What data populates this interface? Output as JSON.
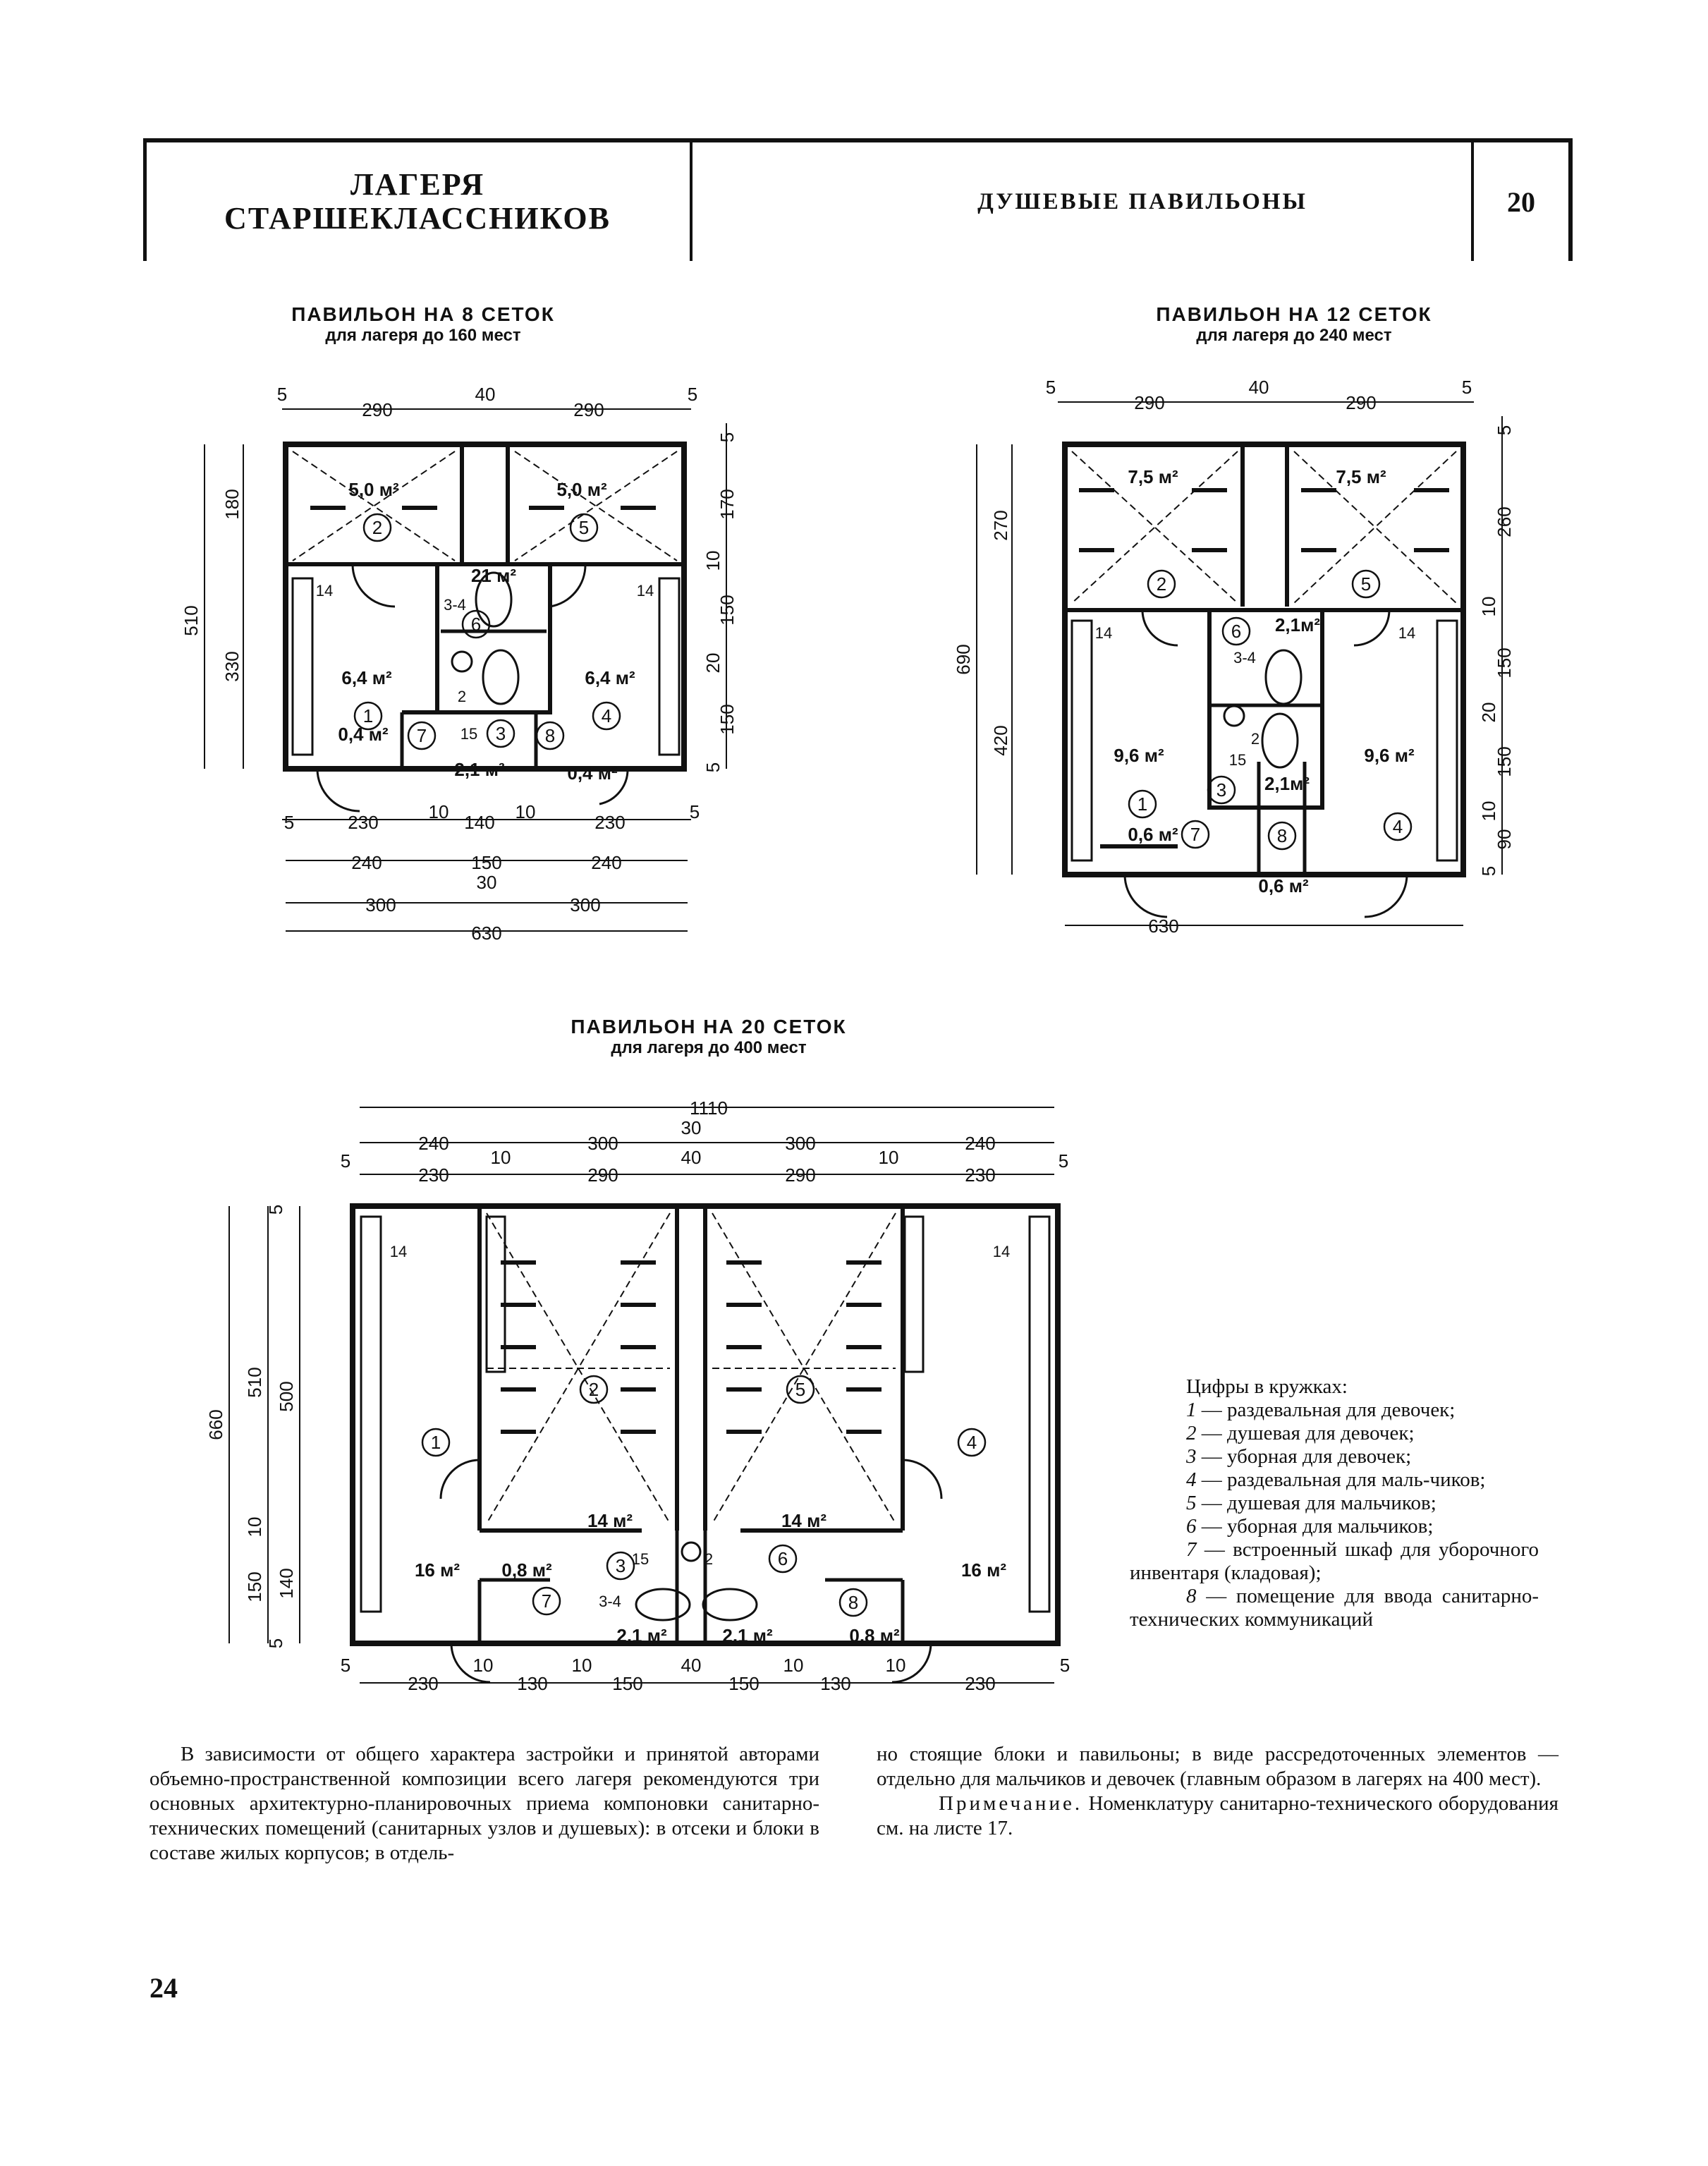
{
  "header": {
    "section_line1": "ЛАГЕРЯ",
    "section_line2": "СТАРШЕКЛАССНИКОВ",
    "topic": "ДУШЕВЫЕ ПАВИЛЬОНЫ",
    "sheet_number": "20"
  },
  "plan8": {
    "title": "ПАВИЛЬОН НА 8 СЕТОК",
    "subtitle": "для лагеря до 160 мест",
    "areas": [
      "5,0 м²",
      "5,0 м²",
      "21 м²",
      "6,4 м²",
      "6,4 м²",
      "0,4 м²",
      "2,1 м²",
      "0,4 м²"
    ],
    "rooms": [
      "1",
      "2",
      "3",
      "4",
      "5",
      "6",
      "7",
      "8"
    ],
    "dims_top": [
      "5",
      "290",
      "40",
      "290",
      "5"
    ],
    "dims_bottom1": [
      "5",
      "230",
      "10",
      "140",
      "10",
      "230",
      "5"
    ],
    "dims_bottom2": [
      "240",
      "150",
      "240"
    ],
    "dims_bottom3": [
      "300",
      "30",
      "300"
    ],
    "dims_total": "630",
    "dims_left": [
      "510",
      "180",
      "330"
    ],
    "dims_right": [
      "5",
      "170",
      "10",
      "150",
      "20",
      "150",
      "5"
    ],
    "labels": [
      "14",
      "14",
      "3-4",
      "2",
      "15"
    ]
  },
  "plan12": {
    "title": "ПАВИЛЬОН НА 12 СЕТОК",
    "subtitle": "для лагеря до 240 мест",
    "areas": [
      "7,5 м²",
      "7,5 м²",
      "2,1м²",
      "9,6 м²",
      "9,6 м²",
      "2,1м²",
      "0,6 м²",
      "0,6 м²"
    ],
    "rooms": [
      "1",
      "2",
      "3",
      "4",
      "5",
      "6",
      "7",
      "8"
    ],
    "dims_top": [
      "5",
      "290",
      "40",
      "290",
      "5"
    ],
    "dims_total": "630",
    "dims_left": [
      "690",
      "270",
      "420"
    ],
    "dims_right": [
      "5",
      "260",
      "10",
      "150",
      "20",
      "150",
      "10",
      "90",
      "5"
    ],
    "labels": [
      "14",
      "14",
      "3-4",
      "2",
      "15"
    ]
  },
  "plan20": {
    "title": "ПАВИЛЬОН НА 20 СЕТОК",
    "subtitle": "для лагеря до 400 мест",
    "areas": [
      "14 м²",
      "14 м²",
      "16 м²",
      "16 м²",
      "0,8 м²",
      "0,8 м²",
      "2,1 м²",
      "2,1 м²"
    ],
    "rooms": [
      "1",
      "2",
      "3",
      "4",
      "5",
      "6",
      "7",
      "8"
    ],
    "dims_total": "1110",
    "dims_row2": [
      "240",
      "300",
      "30",
      "300",
      "240"
    ],
    "dims_row3": [
      "5",
      "230",
      "10",
      "290",
      "40",
      "290",
      "10",
      "230",
      "5"
    ],
    "dims_bottom": [
      "5",
      "230",
      "10",
      "130",
      "10",
      "150",
      "40",
      "150",
      "10",
      "130",
      "10",
      "230",
      "5"
    ],
    "dims_left": [
      "660",
      "510",
      "500",
      "10",
      "150",
      "140",
      "5",
      "5"
    ],
    "labels": [
      "14",
      "14",
      "15",
      "2",
      "3-4"
    ]
  },
  "legend": {
    "title": "Цифры в кружках:",
    "items": [
      {
        "n": "1",
        "text": " — раздевальная для девочек;"
      },
      {
        "n": "2",
        "text": " — душевая для девочек;"
      },
      {
        "n": "3",
        "text": " — уборная для девочек;"
      },
      {
        "n": "4",
        "text": " — раздевальная для маль-чиков;"
      },
      {
        "n": "5",
        "text": " — душевая для мальчиков;"
      },
      {
        "n": "6",
        "text": " — уборная для мальчиков;"
      },
      {
        "n": "7",
        "text": " — встроенный шкаф для уборочного инвентаря (кладовая);"
      },
      {
        "n": "8",
        "text": " — помещение для ввода санитарно-технических коммуникаций"
      }
    ]
  },
  "body": {
    "col1": "В зависимости от общего характера застройки и принятой авторами объемно-пространственной композиции всего лагеря рекомендуются три основных архитектурно-планировочных приема компоновки санитарно-технических помещений (санитарных узлов и душевых): в отсеки и блоки в составе жилых корпусов; в отдель-",
    "col2": "но стоящие блоки и павильоны; в виде рассредоточенных элементов — отдельно для мальчиков и девочек (главным образом в лагерях на 400 мест).",
    "note_label": "Примечание.",
    "note_text": " Номенклатуру санитарно-технического оборудования см. на листе 17."
  },
  "page_number": "24"
}
